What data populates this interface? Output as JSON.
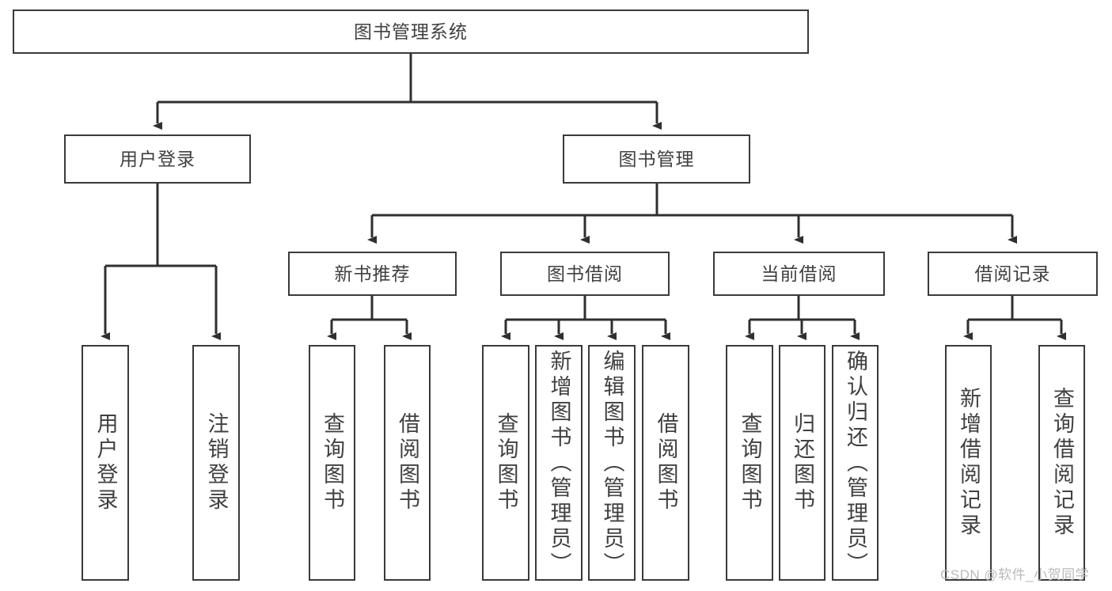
{
  "diagram": {
    "title": "图书管理系统",
    "type": "hierarchy-tree",
    "watermark": "CSDN @软件_小贺同学",
    "colors": {
      "box_border": "#3a3a3a",
      "box_fill": "#ffffff",
      "text": "#404040",
      "edge": "#2f2f2f",
      "watermark": "#b9b9b9"
    },
    "nodes": {
      "root": {
        "label": "图书管理系统"
      },
      "level2": [
        {
          "label": "用户登录"
        },
        {
          "label": "图书管理"
        }
      ],
      "level3": [
        {
          "label": "新书推荐"
        },
        {
          "label": "图书借阅"
        },
        {
          "label": "当前借阅"
        },
        {
          "label": "借阅记录"
        }
      ],
      "leaves": {
        "user_login": [
          {
            "label": "用户登录"
          },
          {
            "label": "注销登录"
          }
        ],
        "new_book_recommend": [
          {
            "label": "查询图书"
          },
          {
            "label": "借阅图书"
          }
        ],
        "book_borrow": [
          {
            "label": "查询图书"
          },
          {
            "label": "新增图书（管理员）"
          },
          {
            "label": "编辑图书（管理员）"
          },
          {
            "label": "借阅图书"
          }
        ],
        "current_borrow": [
          {
            "label": "查询图书"
          },
          {
            "label": "归还图书"
          },
          {
            "label": "确认归还（管理员）"
          }
        ],
        "borrow_records": [
          {
            "label": "新增借阅记录"
          },
          {
            "label": "查询借阅记录"
          }
        ]
      }
    }
  }
}
